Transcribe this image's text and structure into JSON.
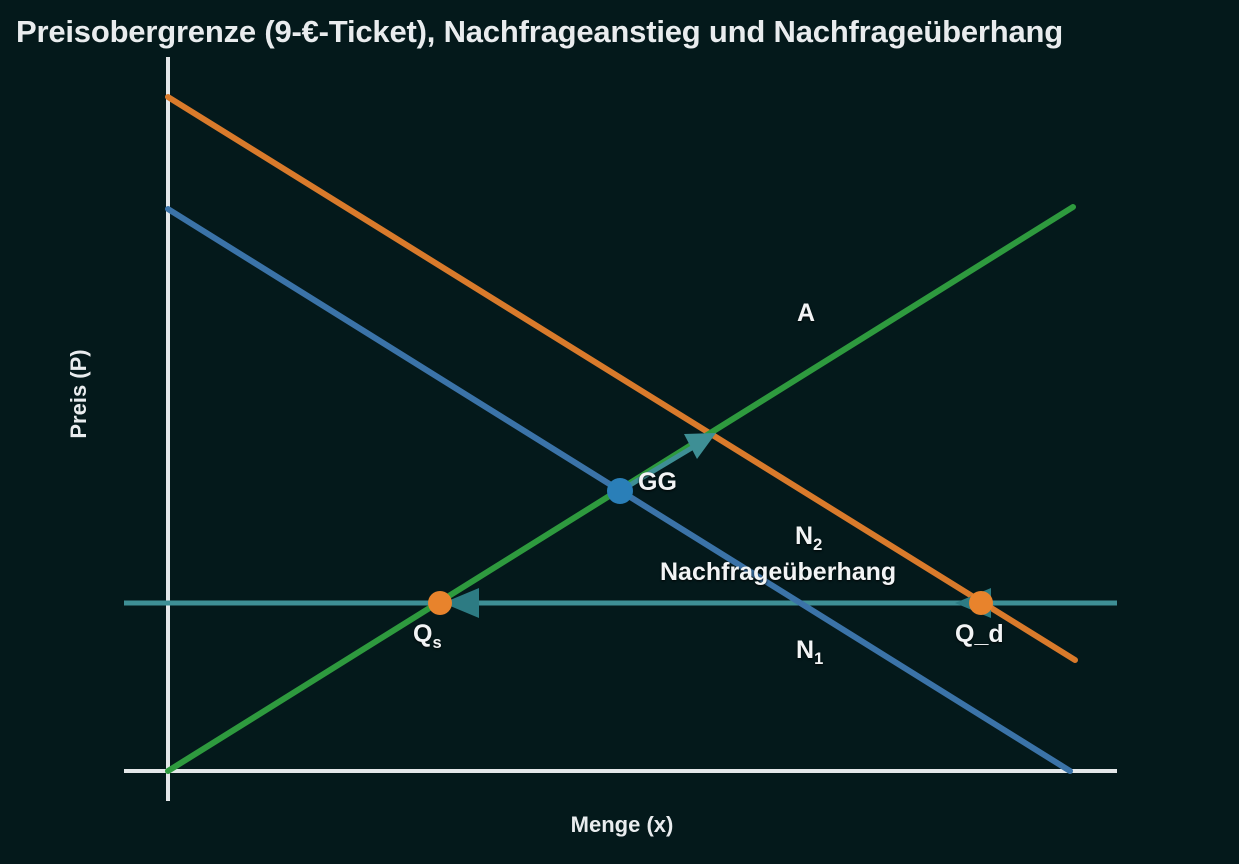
{
  "chart_data": {
    "type": "line",
    "title": "Preisobergrenze (9-€-Ticket), Nachfrageanstieg und Nachfrageüberhang",
    "xlabel": "Menge (x)",
    "ylabel": "Preis (P)",
    "grid": false,
    "legend": "none (curves labeled inline)",
    "xlim": [
      0,
      10
    ],
    "ylim": [
      0,
      10
    ],
    "background_color": "#04191b",
    "axis_color": "#e4e7e9",
    "text_color": "#f2f4f5",
    "series": [
      {
        "name": "A",
        "label": "A",
        "role": "Angebot (supply)",
        "color": "#2e9a3e",
        "points": [
          [
            0,
            0
          ],
          [
            10,
            7.6
          ]
        ],
        "label_position": [
          7.0,
          6.2
        ]
      },
      {
        "name": "N1",
        "label": "N₁",
        "role": "Nachfrage vor Anstieg (initial demand)",
        "color": "#3b73a8",
        "points": [
          [
            0,
            7.9
          ],
          [
            10,
            0
          ]
        ],
        "label_position": [
          7.2,
          1.6
        ]
      },
      {
        "name": "N2",
        "label": "N₂",
        "role": "Nachfrage nach Anstieg (increased demand)",
        "color": "#d97a2b",
        "points": [
          [
            0,
            9.4
          ],
          [
            10,
            1.55
          ]
        ],
        "label_position": [
          7.0,
          3.3
        ]
      },
      {
        "name": "Preisobergrenze",
        "label": "",
        "role": "Preisobergrenze (price ceiling, 9-€-Ticket)",
        "color": "#3e8f95",
        "points": [
          [
            -0.5,
            2.35
          ],
          [
            10.5,
            2.35
          ]
        ],
        "horizontal": true
      }
    ],
    "points": [
      {
        "name": "GG",
        "label": "GG",
        "role": "Gleichgewicht (equilibrium of A and N₁)",
        "color": "#2a7fb8",
        "xy": [
          5.0,
          4.0
        ]
      },
      {
        "name": "Q_s",
        "label": "Qs",
        "label_base": "Q",
        "label_sub": "s",
        "role": "angebotene Menge bei Preisobergrenze",
        "color": "#e8832c",
        "xy": [
          3.0,
          2.35
        ]
      },
      {
        "name": "Q_d",
        "label": "Q_d",
        "role": "nachgefragte Menge bei Preisobergrenze",
        "color": "#e8832c",
        "xy": [
          9.0,
          2.35
        ]
      }
    ],
    "annotations": [
      {
        "name": "nachfrageueberhang",
        "text": "Nachfrageüberhang",
        "position": [
          7.0,
          2.95
        ],
        "color": "#f2f4f5"
      },
      {
        "name": "shift-arrow-gg",
        "type": "arrow",
        "from": [
          5.0,
          4.0
        ],
        "to": [
          6.0,
          4.6
        ],
        "color": "#3e8f95"
      },
      {
        "name": "gap-arrow-qd",
        "type": "arrow",
        "from": [
          9.4,
          2.35
        ],
        "to": [
          8.75,
          2.35
        ],
        "color": "#3e8f95"
      },
      {
        "name": "gap-arrow-qs",
        "type": "arrow",
        "from": [
          3.55,
          2.35
        ],
        "to": [
          3.05,
          2.35
        ],
        "color": "#3e8f95"
      }
    ]
  },
  "labels": {
    "title": "Preisobergrenze (9-€-Ticket), Nachfrageanstieg und Nachfrageüberhang",
    "y_axis": "Preis (P)",
    "x_axis": "Menge (x)",
    "supply": "A",
    "equilibrium": "GG",
    "demand_new": "N",
    "demand_new_sub": "2",
    "demand_old": "N",
    "demand_old_sub": "1",
    "excess_demand": "Nachfrageüberhang",
    "quantity_supplied": "Q",
    "quantity_supplied_sub": "s",
    "quantity_demanded": "Q_d"
  }
}
